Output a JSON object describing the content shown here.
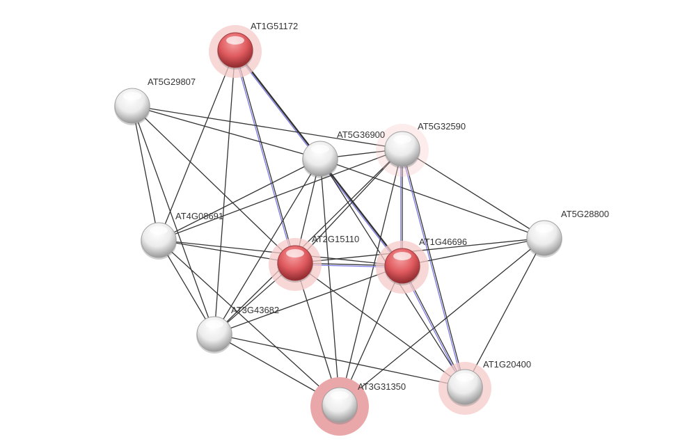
{
  "colors": {
    "query_node": "#e05a5e",
    "other_node": "#f2f2f2",
    "halo": "#f6c9c9",
    "edge": "#333333",
    "edge_extra": "#7a78e8"
  },
  "nodes": [
    {
      "id": "AT1G51172",
      "label": "AT1G51172",
      "query": true,
      "halo": "medium"
    },
    {
      "id": "AT5G29807",
      "label": "AT5G29807",
      "query": false,
      "halo": "none"
    },
    {
      "id": "AT5G36900",
      "label": "AT5G36900",
      "query": false,
      "halo": "none"
    },
    {
      "id": "AT5G32590",
      "label": "AT5G32590",
      "query": false,
      "halo": "faint"
    },
    {
      "id": "AT4G08691",
      "label": "AT4G08691",
      "query": false,
      "halo": "none"
    },
    {
      "id": "AT2G15110",
      "label": "AT2G15110",
      "query": true,
      "halo": "medium"
    },
    {
      "id": "AT1G46696",
      "label": "AT1G46696",
      "query": true,
      "halo": "medium"
    },
    {
      "id": "AT5G28800",
      "label": "AT5G28800",
      "query": false,
      "halo": "none"
    },
    {
      "id": "AT3G43682",
      "label": "AT3G43682",
      "query": false,
      "halo": "none"
    },
    {
      "id": "AT3G31350",
      "label": "AT3G31350",
      "query": false,
      "halo": "strong"
    },
    {
      "id": "AT1G20400",
      "label": "AT1G20400",
      "query": false,
      "halo": "medium"
    }
  ],
  "edges": [
    [
      "AT1G51172",
      "AT1G46696",
      "strong-blue"
    ],
    [
      "AT1G51172",
      "AT2G15110",
      "blue"
    ],
    [
      "AT1G51172",
      "AT4G08691"
    ],
    [
      "AT1G51172",
      "AT3G43682"
    ],
    [
      "AT5G29807",
      "AT5G36900"
    ],
    [
      "AT5G29807",
      "AT5G32590"
    ],
    [
      "AT5G29807",
      "AT4G08691"
    ],
    [
      "AT5G29807",
      "AT3G43682"
    ],
    [
      "AT5G29807",
      "AT2G15110"
    ],
    [
      "AT5G36900",
      "AT4G08691"
    ],
    [
      "AT5G36900",
      "AT2G15110"
    ],
    [
      "AT5G36900",
      "AT5G32590"
    ],
    [
      "AT5G36900",
      "AT5G28800"
    ],
    [
      "AT5G36900",
      "AT3G43682"
    ],
    [
      "AT5G36900",
      "AT3G31350"
    ],
    [
      "AT5G36900",
      "AT1G20400"
    ],
    [
      "AT5G32590",
      "AT4G08691"
    ],
    [
      "AT5G32590",
      "AT2G15110"
    ],
    [
      "AT5G32590",
      "AT1G46696",
      "blue"
    ],
    [
      "AT5G32590",
      "AT3G31350"
    ],
    [
      "AT5G32590",
      "AT1G20400",
      "blue"
    ],
    [
      "AT5G32590",
      "AT5G28800"
    ],
    [
      "AT5G32590",
      "AT3G43682"
    ],
    [
      "AT4G08691",
      "AT2G15110"
    ],
    [
      "AT4G08691",
      "AT1G46696"
    ],
    [
      "AT4G08691",
      "AT3G43682"
    ],
    [
      "AT4G08691",
      "AT3G31350"
    ],
    [
      "AT2G15110",
      "AT1G46696",
      "blue"
    ],
    [
      "AT2G15110",
      "AT3G43682"
    ],
    [
      "AT2G15110",
      "AT3G31350"
    ],
    [
      "AT2G15110",
      "AT1G20400"
    ],
    [
      "AT1G46696",
      "AT5G28800"
    ],
    [
      "AT1G46696",
      "AT3G43682"
    ],
    [
      "AT1G46696",
      "AT3G31350"
    ],
    [
      "AT1G46696",
      "AT1G20400",
      "blue"
    ],
    [
      "AT5G28800",
      "AT2G15110"
    ],
    [
      "AT5G28800",
      "AT3G31350"
    ],
    [
      "AT5G28800",
      "AT1G20400"
    ],
    [
      "AT3G43682",
      "AT3G31350"
    ],
    [
      "AT3G43682",
      "AT1G20400"
    ]
  ]
}
